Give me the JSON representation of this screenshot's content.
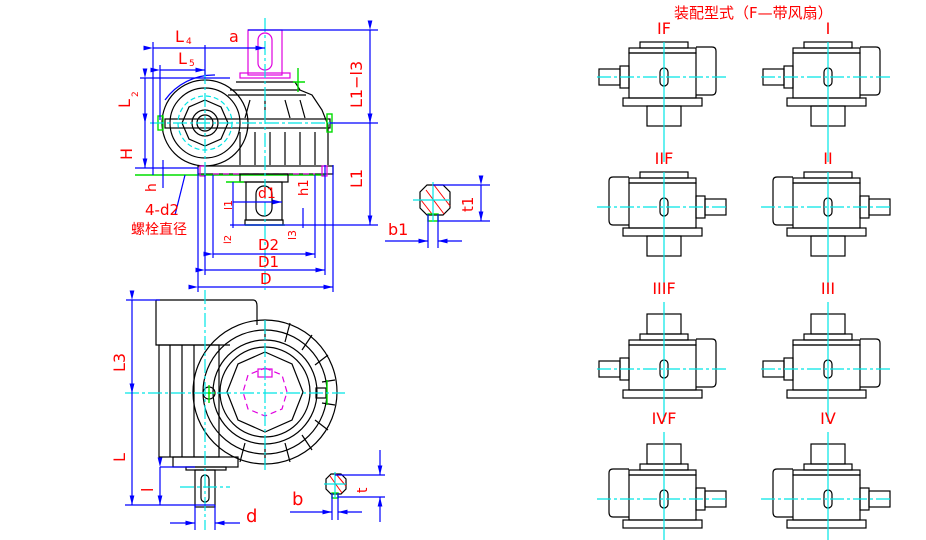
{
  "title": "装配型式（F—带风扇）",
  "colors": {
    "label": "#ff0000",
    "dimension": "#0000ff",
    "centerline": "#00e5e5",
    "outline": "#000000",
    "hidden": "#e000e0",
    "bolt": "#00dd00"
  },
  "front_view": {
    "labels": {
      "L4": "L",
      "L4_sub": "4",
      "a": "a",
      "L5": "L",
      "L5_sub": "5",
      "L2": "L",
      "L2_sub": "2",
      "H": "H",
      "h": "h",
      "L1_minus_l3": "L1−l3",
      "L1": "L1",
      "four_d2": "4-d2",
      "bolt_diameter": "螺栓直径",
      "d1": "d1",
      "h1": "h1",
      "l1": "l1",
      "l2": "l2",
      "l3": "l3",
      "D2": "D2",
      "D1": "D1",
      "D": "D"
    }
  },
  "shaft_section_top": {
    "b1": "b1",
    "t1": "t1"
  },
  "side_view": {
    "labels": {
      "L3": "L3",
      "L": "L",
      "l": "l",
      "d": "d"
    }
  },
  "shaft_section_bottom": {
    "b": "b",
    "t": "t"
  },
  "assembly_types": [
    {
      "label": "IF",
      "variant": "fan",
      "output": "down",
      "motor": "right"
    },
    {
      "label": "I",
      "variant": "plain",
      "output": "down",
      "motor": "right"
    },
    {
      "label": "IIF",
      "variant": "fan",
      "output": "down",
      "motor": "left"
    },
    {
      "label": "II",
      "variant": "plain",
      "output": "down",
      "motor": "left"
    },
    {
      "label": "IIIF",
      "variant": "fan",
      "output": "up",
      "motor": "right"
    },
    {
      "label": "III",
      "variant": "plain",
      "output": "up",
      "motor": "right"
    },
    {
      "label": "IVF",
      "variant": "fan",
      "output": "up",
      "motor": "left"
    },
    {
      "label": "IV",
      "variant": "plain",
      "output": "up",
      "motor": "left"
    }
  ]
}
